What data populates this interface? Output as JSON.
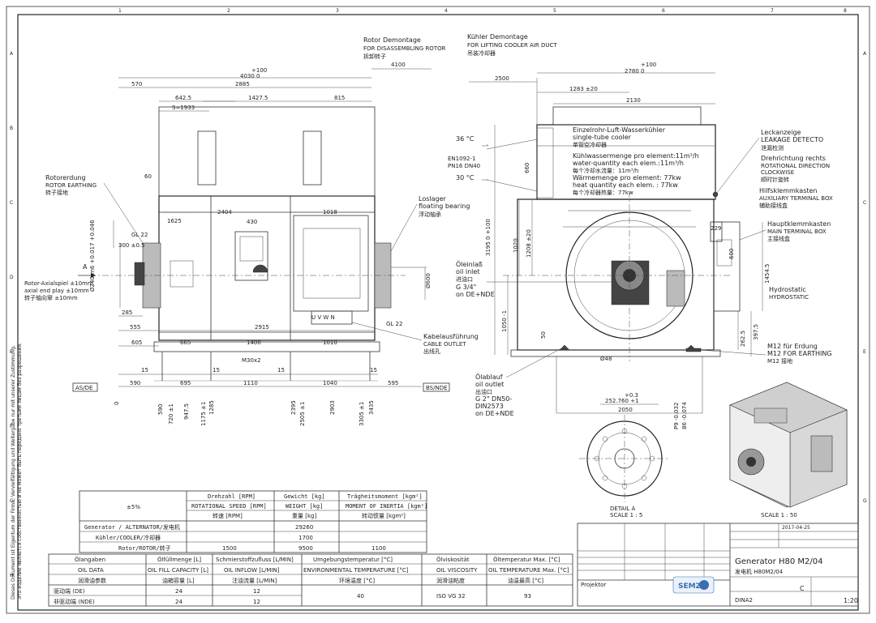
{
  "border": {
    "col_marks": [
      "1",
      "2",
      "3",
      "4",
      "5",
      "6",
      "7",
      "8"
    ],
    "row_marks": [
      "A",
      "B",
      "C",
      "D",
      "E",
      "F",
      "G",
      "H"
    ]
  },
  "left_view": {
    "rotor_demontage": "Rotor Demontage",
    "for_disassembling": "FOR DISASSEMBLING ROTOR",
    "for_disassembling_cn": "拆卸转子",
    "rotorerdung": "Rotorerdung",
    "rotor_earthing": "ROTOR EARTHING",
    "rotor_earthing_cn": "转子接地",
    "axial_1": "Rotor-Axialspiel ±10mm",
    "axial_2": "axial end play ±10mm",
    "axial_3": "转子轴向窜 ±10mm",
    "losslager": "Loslager",
    "floating_bearing": "floating bearing",
    "floating_bearing_cn": "浮动轴承",
    "kabel": "Kabelausführung",
    "cable_outlet": "CABLE OUTLET",
    "cable_outlet_cn": "出线孔",
    "as_de": "AS/DE",
    "bs_nde": "BS/NDE",
    "gl22a": "GL 22",
    "gl22b": "GL 22",
    "m30": "M30x2",
    "uvwn": "U V W N",
    "letter_a": "A",
    "d240": "Ø240 m6 +0.017 +0.046",
    "d300": "300 ±0.5",
    "d600": "Ø600",
    "dims": {
      "d4100": "4100",
      "d4030": "4030 0",
      "d100": "+100",
      "d570": "570",
      "d2885": "2885",
      "d6425": "642.5",
      "d14275": "1427.5",
      "d815": "815",
      "ds1933": "S=1933",
      "d60": "60",
      "d1625": "1625",
      "d2404": "2404",
      "d430": "430",
      "d1018": "1018",
      "d285": "285",
      "d555": "555",
      "d2915": "2915",
      "d605": "605",
      "d665": "665",
      "d1400": "1400",
      "d1010": "1010",
      "d15a": "15",
      "d15b": "15",
      "d15c": "15",
      "d15d": "15",
      "d590": "590",
      "d695": "695",
      "d1110": "1110",
      "d1040": "1040",
      "d595": "595"
    },
    "bottom_dims": [
      "0",
      "590",
      "720 ±1",
      "947.5",
      "1175 ±1",
      "1285",
      "2395",
      "2505 ±1",
      "2903",
      "3305 ±1",
      "3435"
    ]
  },
  "right_view": {
    "kuhler_demontage": "Kühler Demontage",
    "for_lifting": "FOR LIFTING COOLER AIR DUCT",
    "for_lifting_cn": "吊装冷却器",
    "cooler_1": "Einzelrohr-Luft-Wasserkühler",
    "cooler_2": "single-tube cooler",
    "cooler_3": "单管空冷却器",
    "water_1": "Kühlwassermenge pro element:11m³/h",
    "water_2": "water-quantity each elem.:11m³/h",
    "water_3": "每个冷却水流量：11m³/h",
    "heat_1": "Wärmemenge pro element: 77kw",
    "heat_2": "heat quantity each elem. : 77kw",
    "heat_3": "每个冷却器热量：77kw",
    "temp36": "36 °C",
    "temp30": "30 °C",
    "en1092": "EN1092-1",
    "pn16": "PN16 DN40",
    "leckanzeige": "Leckanzeige",
    "leakage": "LEAKAGE DETECTO",
    "leakage_cn": "泄漏检测",
    "drehrichtung": "Drehrichtung rechts",
    "rotational": "ROTATIONAL DIRECTION",
    "clockwise": "CLOCKWISE",
    "clockwise_cn": "顺时针旋转",
    "hilfs": "Hilfsklemmkasten",
    "aux_box": "AUXILIARY TERMINAL BOX",
    "aux_box_cn": "辅助接线盒",
    "haupt": "Hauptklemmkasten",
    "main_box": "MAIN TERMINAL BOX",
    "main_box_cn": "主接线盒",
    "hydro": "Hydrostatic",
    "hydro2": "HYDROSTATIC",
    "oil_in_1": "Öleinlaß",
    "oil_in_2": "oil inlet",
    "oil_in_3": "进油口",
    "oil_in_4": "G 3/4\"",
    "oil_in_5": "on DE+NDE",
    "oil_out_1": "Ölablauf",
    "oil_out_2": "oil outlet",
    "oil_out_3": "出油口",
    "oil_out_4": "G 2\" DN50-",
    "oil_out_5": "DIN2573",
    "oil_out_6": "on DE+NDE",
    "m12_1": "M12 für Erdung",
    "m12_2": "M12 FOR EARTHING",
    "m12_3": "M12 接地",
    "d48": "Ø48",
    "dims": {
      "d2500": "2500",
      "d100": "+100",
      "d2780": "2780 0",
      "d1283": "1283 ±20",
      "d2130": "2130",
      "d660": "660",
      "d3195": "3195 0 +100",
      "d1020": "1020",
      "d1208": "1208 ±20",
      "d1050": "1050 -1",
      "d50": "50",
      "d229": "229",
      "d600": "600",
      "d14545": "1454.5",
      "d2625": "262.5",
      "d3975": "397.5",
      "d03": "+0.3",
      "d252": "252.760 +1",
      "d2050": "2050",
      "d_p9": "P9 -0.032",
      "d86": "86 -0.074"
    }
  },
  "details": {
    "detail_a": "DETAIL A",
    "scale_a": "SCALE 1 : 5",
    "scale_iso": "SCALE 1 : 50"
  },
  "table": {
    "upper": {
      "header_left": "±5%",
      "col1": [
        "Drehzahl [RPM]",
        "ROTATIONAL SPEED [RPM]",
        "转速 [RPM]"
      ],
      "col2": [
        "Gewicht [kg]",
        "WEIGHT [kg]",
        "重量 [kg]"
      ],
      "col3": [
        "Trägheitsmoment [kgm²]",
        "MOMENT OF INERTIA [kgm²]",
        "转动惯量 [kgm²]"
      ],
      "rows": [
        {
          "label": "Generator / ALTERNATOR/发电机",
          "speed": "",
          "weight": "29260",
          "inertia": ""
        },
        {
          "label": "Kühler/COOLER/冷却器",
          "speed": "",
          "weight": "1700",
          "inertia": ""
        },
        {
          "label": "Rotor/ROTOR/转子",
          "speed": "1500",
          "weight": "9500",
          "inertia": "1100"
        }
      ]
    },
    "lower": {
      "headers_de": [
        "Ölangaben",
        "Ölfüllmenge [L]",
        "Schmierstoffzufluss [L/MIN]",
        "Umgebungstemperatur [°C]",
        "Ölviskosität",
        "Öltemperatur Max. [°C]"
      ],
      "headers_en": [
        "OIL DATA",
        "OIL FILL CAPACITY [L]",
        "OIL INFLOW [L/MIN]",
        "ENVIRONMENTAL TEMPERATURE [°C]",
        "OIL VISCOSITY",
        "OIL TEMPERATURE Max. [°C]"
      ],
      "headers_cn": [
        "润滑油参数",
        "油箱容量 [L]",
        "注油流量 [L/MIN]",
        "环境温度 [°C]",
        "润滑油粘度",
        "油温最高 [°C]"
      ],
      "rows": [
        {
          "label": "驱动端 (DE)",
          "fill": "24",
          "inflow": "12"
        },
        {
          "label": "非驱动端 (NDE)",
          "fill": "24",
          "inflow": "12"
        }
      ],
      "temp": "40",
      "viscosity": "ISO VG 32",
      "oiltemp": "93"
    }
  },
  "title_block": {
    "title": "Generator H80 M2/04",
    "subtitle": "发电机 H80M2/04",
    "drawing_no": "C",
    "scale": "1:20",
    "format": "DINA2",
    "company": "SEMZ",
    "date": "2017-04-25",
    "projektor": "Projektor",
    "disclaimer": [
      "Dieses Dokument ist Eigentum der Firma, Vervielfältigung und Weitergabe nur mit unserer Zustimmung.",
      "Это изделие является собственностью и не может быть передано третьим лицам без разрешения."
    ]
  }
}
